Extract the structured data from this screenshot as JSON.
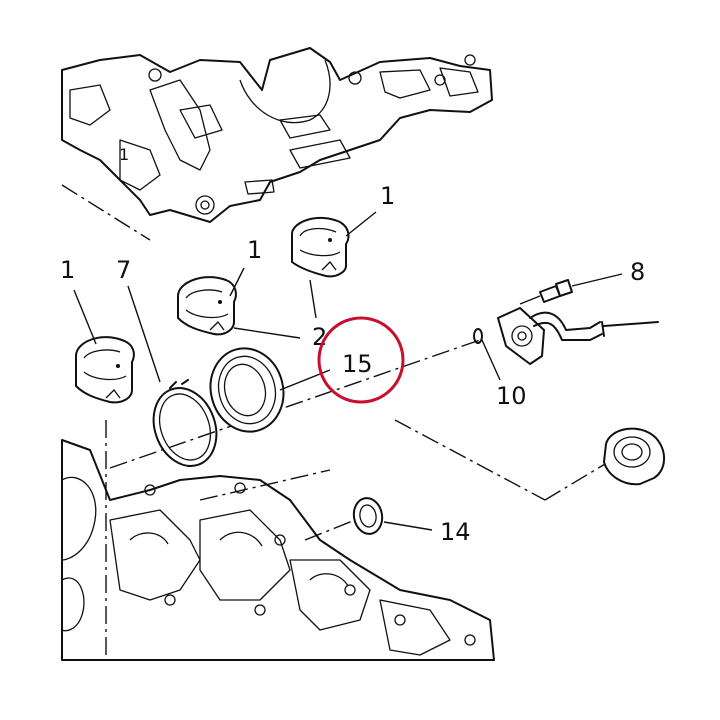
{
  "callouts": [
    {
      "id": "bearing-1-top",
      "label": "1"
    },
    {
      "id": "bearing-1-mid",
      "label": "1"
    },
    {
      "id": "bearing-1-left",
      "label": "1"
    },
    {
      "id": "ring-7",
      "label": "7"
    },
    {
      "id": "bolt-8",
      "label": "8"
    },
    {
      "id": "oring-10",
      "label": "10"
    },
    {
      "id": "seal-14",
      "label": "14"
    },
    {
      "id": "seal-15",
      "label": "15"
    },
    {
      "id": "partial-2",
      "label": "2"
    },
    {
      "id": "block-1",
      "label": "1"
    }
  ],
  "highlight": {
    "target": "15",
    "color": "#c8102e"
  },
  "colors": {
    "line": "#111111",
    "background": "#ffffff"
  }
}
